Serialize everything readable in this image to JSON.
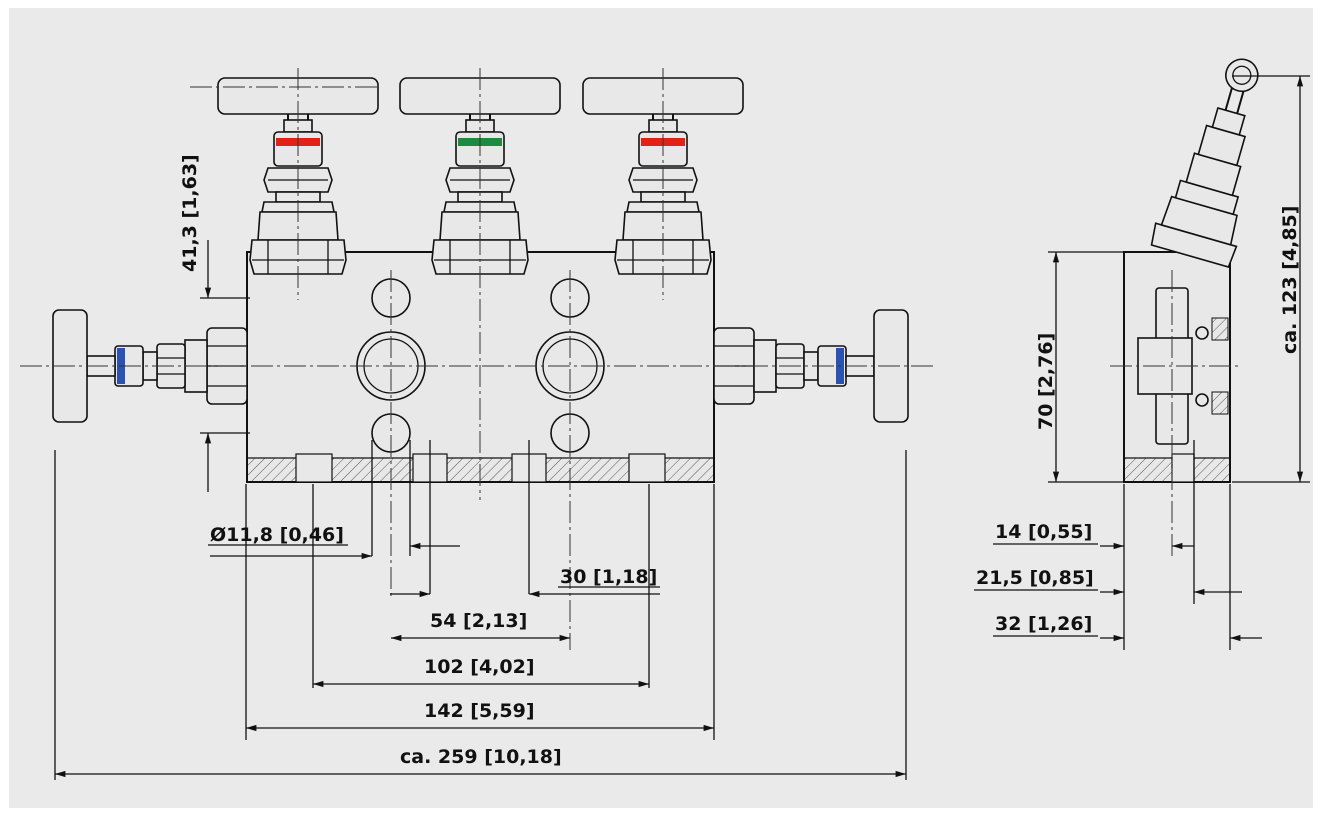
{
  "colors": {
    "background": "#eaeaea",
    "line": "#111111",
    "red_ring": "#e32119",
    "green_ring": "#1e8a3c",
    "blue_ring": "#2a52b0",
    "hatch": "#555555"
  },
  "front_view": {
    "dim_hole_dia": "Ø11,8   [0,46]",
    "dim_30": "30   [1,18]",
    "dim_54": "54   [2,13]",
    "dim_102": "102   [4,02]",
    "dim_142": "142   [5,59]",
    "dim_259": "ca. 259   [10,18]",
    "dim_41": "41,3   [1,63]"
  },
  "side_view": {
    "dim_14": "14   [0,55]",
    "dim_21": "21,5   [0,85]",
    "dim_32": "32   [1,26]",
    "dim_70": "70   [2,76]",
    "dim_123": "ca. 123   [4,85]"
  }
}
